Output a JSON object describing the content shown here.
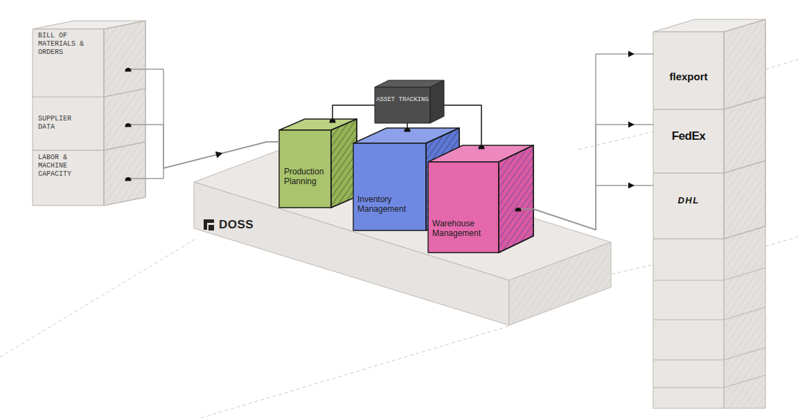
{
  "diagram": {
    "nodes": [
      {
        "text": [
          "BILL OF MATERIALS & ORDERS"
        ]
      },
      {
        "text": [
          "SUPPLIER DATA"
        ]
      },
      {
        "text": [
          "LABOR & MACHINE CAPACITY"
        ]
      },
      {
        "text": [
          "DOSS"
        ]
      },
      {
        "text": [
          "Production Planning"
        ],
        "in": 3
      },
      {
        "text": [
          "Inventory Management"
        ],
        "in": 3
      },
      {
        "text": [
          "Warehouse Management"
        ],
        "in": 3
      },
      {
        "text": [
          "ASSET TRACKING"
        ]
      },
      {
        "text": [
          "flexport"
        ]
      },
      {
        "text": [
          "FedEx"
        ]
      },
      {
        "text": [
          "DHL"
        ]
      }
    ],
    "edges": [
      {
        "from": 0,
        "to": 4,
        "arrow": "to"
      },
      {
        "from": 1,
        "to": 4,
        "arrow": "to"
      },
      {
        "from": 2,
        "to": 4,
        "arrow": "to"
      },
      {
        "from": 7,
        "to": 4,
        "arrow": "none"
      },
      {
        "from": 7,
        "to": 5,
        "arrow": "none"
      },
      {
        "from": 7,
        "to": 6,
        "arrow": "none"
      },
      {
        "from": 6,
        "to": 8,
        "arrow": "to"
      },
      {
        "from": 6,
        "to": 9,
        "arrow": "to"
      },
      {
        "from": 6,
        "to": 10,
        "arrow": "to"
      }
    ]
  }
}
